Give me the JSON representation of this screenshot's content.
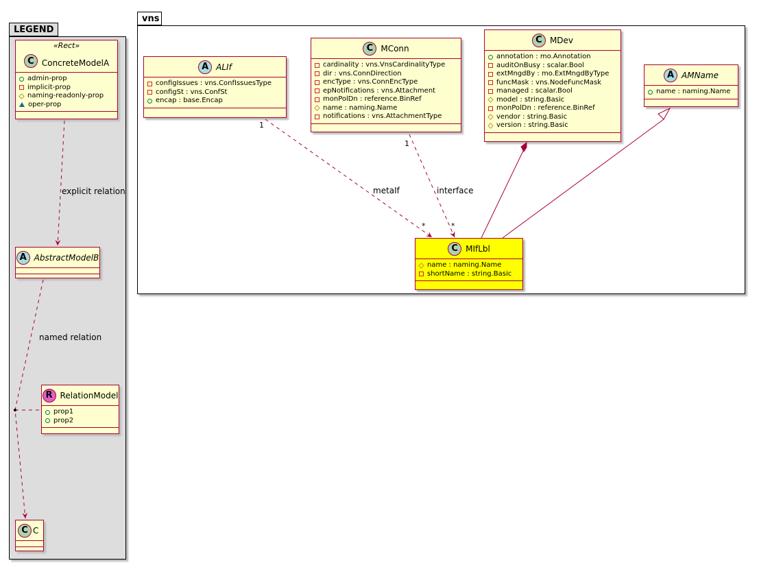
{
  "legend": {
    "title": "LEGEND",
    "stereotype": "«Rect»",
    "concrete": {
      "name": "ConcreteModelA",
      "badge": "C",
      "props": [
        {
          "vis": "plus",
          "text": "admin-prop"
        },
        {
          "vis": "minus",
          "text": "implicit-prop"
        },
        {
          "vis": "hash",
          "text": "naming-readonly-prop"
        },
        {
          "vis": "tri",
          "text": "oper-prop"
        }
      ]
    },
    "abstract": {
      "name": "AbstractModelB",
      "badge": "A"
    },
    "relation_model": {
      "name": "RelationModel",
      "badge": "R",
      "props": [
        {
          "vis": "plus",
          "text": "prop1"
        },
        {
          "vis": "plus",
          "text": "prop2"
        }
      ]
    },
    "c": {
      "name": "C",
      "badge": "C"
    },
    "edge_labels": {
      "explicit": "explicit relation",
      "named": "named relation"
    }
  },
  "package": {
    "title": "vns",
    "classes": {
      "alif": {
        "name": "ALIf",
        "badge": "A",
        "props": [
          {
            "vis": "minus",
            "text": "configIssues : vns.ConfIssuesType"
          },
          {
            "vis": "minus",
            "text": "configSt : vns.ConfSt"
          },
          {
            "vis": "plus",
            "text": "encap : base.Encap"
          }
        ]
      },
      "mconn": {
        "name": "MConn",
        "badge": "C",
        "props": [
          {
            "vis": "minus",
            "text": "cardinality : vns.VnsCardinalityType"
          },
          {
            "vis": "minus",
            "text": "dir : vns.ConnDirection"
          },
          {
            "vis": "minus",
            "text": "encType : vns.ConnEncType"
          },
          {
            "vis": "minus",
            "text": "epNotifications : vns.Attachment"
          },
          {
            "vis": "minus",
            "text": "monPolDn : reference.BinRef"
          },
          {
            "vis": "hash",
            "text": "name : naming.Name"
          },
          {
            "vis": "minus",
            "text": "notifications : vns.AttachmentType"
          }
        ]
      },
      "mdev": {
        "name": "MDev",
        "badge": "C",
        "props": [
          {
            "vis": "plus",
            "text": "annotation : mo.Annotation"
          },
          {
            "vis": "minus",
            "text": "auditOnBusy : scalar.Bool"
          },
          {
            "vis": "minus",
            "text": "extMngdBy : mo.ExtMngdByType"
          },
          {
            "vis": "minus",
            "text": "funcMask : vns.NodeFuncMask"
          },
          {
            "vis": "minus",
            "text": "managed : scalar.Bool"
          },
          {
            "vis": "hash",
            "text": "model : string.Basic"
          },
          {
            "vis": "minus",
            "text": "monPolDn : reference.BinRef"
          },
          {
            "vis": "hash",
            "text": "vendor : string.Basic"
          },
          {
            "vis": "hash",
            "text": "version : string.Basic"
          }
        ]
      },
      "amname": {
        "name": "AMName",
        "badge": "A",
        "props": [
          {
            "vis": "plus",
            "text": "name : naming.Name"
          }
        ]
      },
      "miflbl": {
        "name": "MIfLbl",
        "badge": "C",
        "props": [
          {
            "vis": "hash",
            "text": "name : naming.Name"
          },
          {
            "vis": "minus",
            "text": "shortName : string.Basic"
          }
        ]
      }
    },
    "edge_labels": {
      "metaif": "metaIf",
      "interface": "interface",
      "alif_mult": "1",
      "metaif_mult": "*",
      "mconn_mult": "1",
      "interface_mult": "*"
    }
  },
  "colors": {
    "class_fill": "#fefece",
    "border": "#a80036",
    "highlight": "#ffff00",
    "legend_fill": "#dddddd"
  }
}
